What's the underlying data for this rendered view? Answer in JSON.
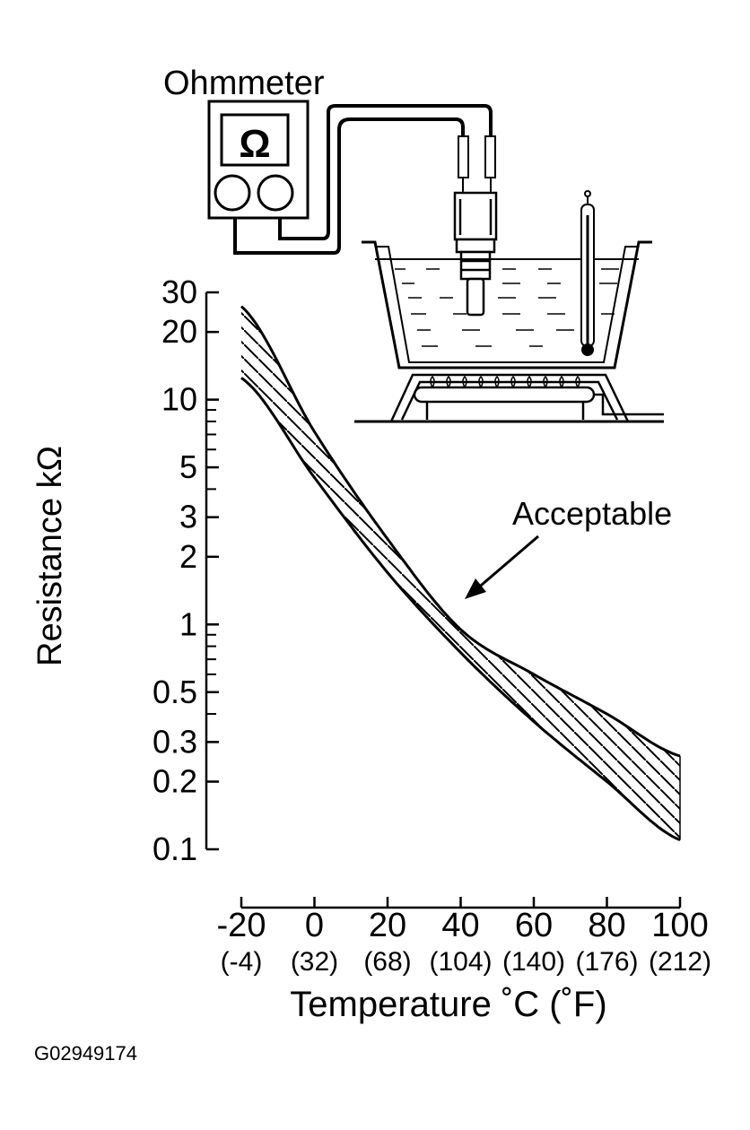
{
  "diagram": {
    "meter_label": "Ohmmeter",
    "meter_symbol": "Ω",
    "figure_id": "G02949174"
  },
  "chart_data": {
    "type": "area",
    "ylabel": "Resistance kΩ",
    "xlabel": "Temperature ˚C (˚F)",
    "yscale": "log",
    "ylim": [
      0.1,
      30
    ],
    "xlim": [
      -20,
      100
    ],
    "yticks": [
      "30",
      "20",
      "10",
      "5",
      "3",
      "2",
      "1",
      "0.5",
      "0.3",
      "0.2",
      "0.1"
    ],
    "xticks": [
      {
        "c": "-20",
        "f": "(-4)"
      },
      {
        "c": "0",
        "f": "(32)"
      },
      {
        "c": "20",
        "f": "(68)"
      },
      {
        "c": "40",
        "f": "(104)"
      },
      {
        "c": "60",
        "f": "(140)"
      },
      {
        "c": "80",
        "f": "(176)"
      },
      {
        "c": "100",
        "f": "(212)"
      }
    ],
    "band_label": "Acceptable",
    "x": [
      -20,
      0,
      20,
      40,
      60,
      80,
      100
    ],
    "series": [
      {
        "role": "upper",
        "values": [
          26,
          7.2,
          2.4,
          0.95,
          0.6,
          0.4,
          0.26
        ]
      },
      {
        "role": "lower",
        "values": [
          12.5,
          4.5,
          1.7,
          0.75,
          0.37,
          0.2,
          0.11
        ]
      }
    ],
    "grid": false,
    "fill": "hatched"
  }
}
